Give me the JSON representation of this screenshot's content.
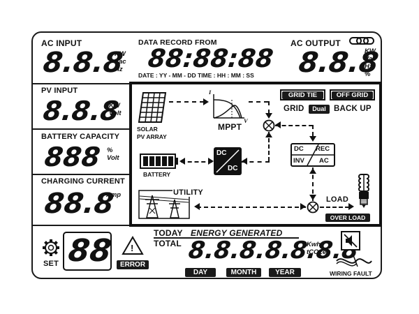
{
  "ac_input": {
    "label": "AC INPUT",
    "digits": "8.8.8",
    "units": "KW\nVac\nHz"
  },
  "data_record": {
    "label": "DATA RECORD FROM",
    "digits": "88:88:88",
    "format": "DATE : YY - MM - DD  TIME : HH : MM : SS"
  },
  "ac_output": {
    "label": "AC OUTPUT",
    "digits": "8.8.8",
    "units": "KW\nVac\nHz\n%"
  },
  "pv_input": {
    "label": "PV INPUT",
    "digits": "8.8.8",
    "units": "KW\nVolt"
  },
  "battery_capacity": {
    "label": "BATTERY  CAPACITY",
    "digits": "888",
    "units": "%\nVolt"
  },
  "charging_current": {
    "label": "CHARGING CURRENT",
    "digits": "88.8",
    "units": "Amp"
  },
  "diagram": {
    "solar_label_1": "SOLAR",
    "solar_label_2": "PV ARRAY",
    "mppt_label": "MPPT",
    "mppt_axis_i": "I",
    "mppt_axis_v": "V",
    "battery_label": "BATTERY",
    "dcdc_top": "DC",
    "dcdc_bottom": "DC",
    "grid_tie": "GRID TIE",
    "off_grid": "OFF GRID",
    "grid": "GRID",
    "dual": "Dual",
    "back_up": "BACK UP",
    "conv_dc": "DC",
    "conv_rec": "REC",
    "conv_inv": "INV",
    "conv_ac": "AC",
    "utility_label": "UTILITY",
    "load_label": "LOAD",
    "over_load": "OVER LOAD"
  },
  "energy": {
    "today": "TODAY",
    "title": "ENERGY GENERATED",
    "total": "TOTAL",
    "digits": "8.8.8.8.8.8.8",
    "units": "Kwh\ntCO2e",
    "day_button": "DAY",
    "month_button": "MONTH",
    "year_button": "YEAR"
  },
  "set": {
    "label": "SET",
    "digits": "88"
  },
  "error": {
    "label": "ERROR",
    "symbol": "!"
  },
  "wiring_fault": {
    "label": "WIRING FAULT"
  }
}
